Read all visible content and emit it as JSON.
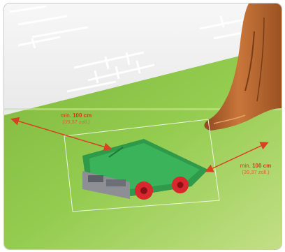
{
  "diagram": {
    "distance_left": {
      "prefix": "min.",
      "value": "100 cm",
      "note": "(39,37 zoll.)"
    },
    "distance_right": {
      "prefix": "min.",
      "value": "100 cm",
      "note": "(39,37 zoll.)"
    },
    "colors": {
      "lawn": "#8cc64a",
      "wall": "#f2f2f2",
      "tree": "#b5622b",
      "mower_body": "#2e9a4a",
      "wheels": "#d8282d",
      "arrow": "#d94122"
    },
    "icons": [
      "brick-wall",
      "tree-trunk",
      "robotic-lawn-mower",
      "double-arrow"
    ]
  }
}
